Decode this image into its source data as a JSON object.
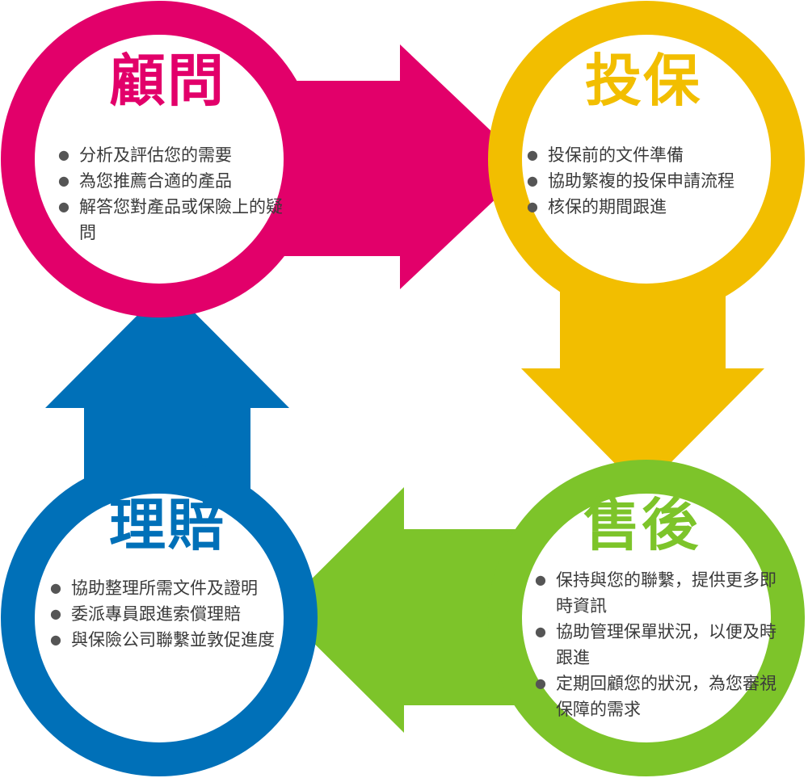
{
  "colors": {
    "guwen": "#E2006A",
    "toubao": "#F2BE00",
    "shouhou": "#7DC42A",
    "lipei": "#0070B8",
    "text": "#3a3a3a"
  },
  "nodes": {
    "guwen": {
      "title": "顧問",
      "items": [
        "分析及評估您的需要",
        "為您推薦合適的產品",
        "解答您對產品或保險上的疑問"
      ]
    },
    "toubao": {
      "title": "投保",
      "items": [
        "投保前的文件準備",
        "協助繁複的投保申請流程",
        "核保的期間跟進"
      ]
    },
    "shouhou": {
      "title": "售後",
      "items": [
        "保持與您的聯繫，提供更多即時資訊",
        "協助管理保單狀況，以便及時跟進",
        "定期回顧您的狀況，為您審視保障的需求"
      ]
    },
    "lipei": {
      "title": "理賠",
      "items": [
        "協助整理所需文件及證明",
        "委派專員跟進索償理賠",
        "與保險公司聯繫並敦促進度"
      ]
    }
  }
}
